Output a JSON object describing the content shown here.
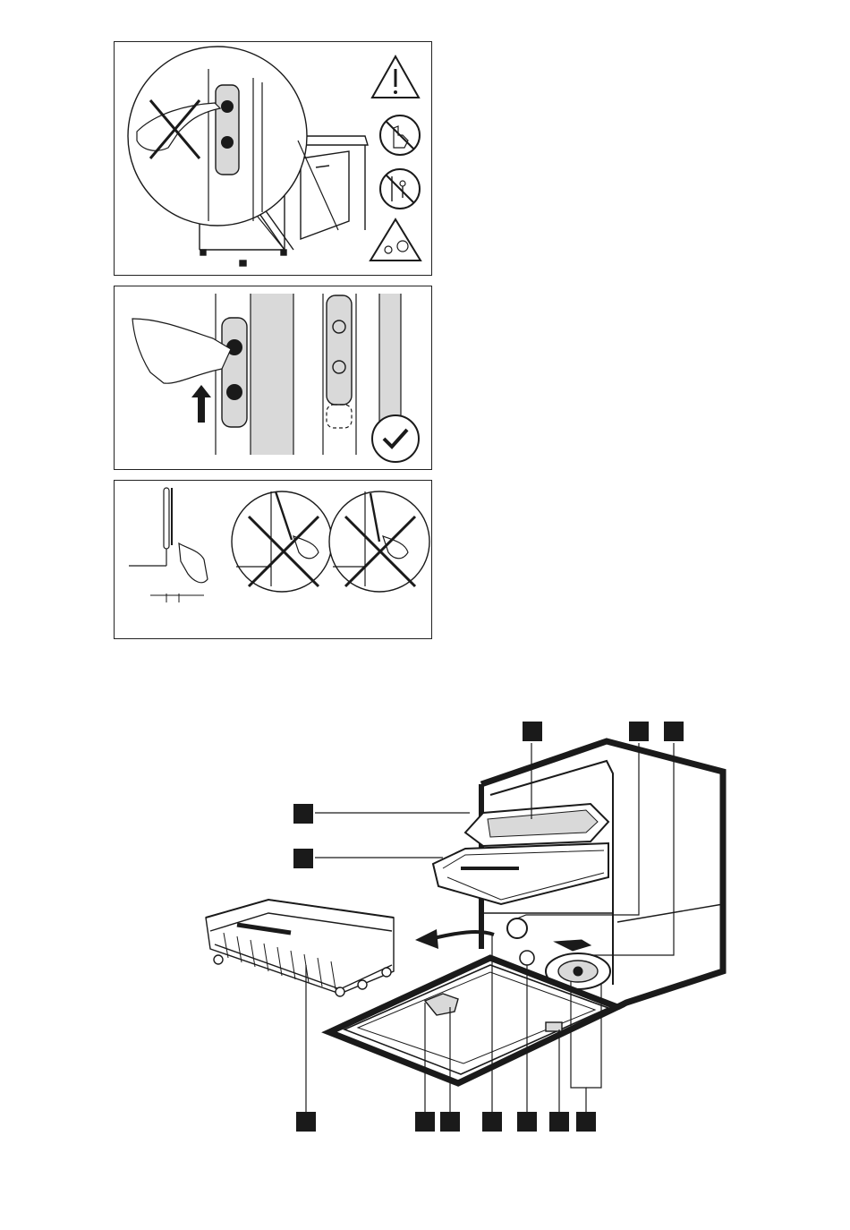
{
  "panels": [
    {
      "id": "warning-install",
      "icons": [
        "warning-triangle-icon",
        "no-touch-hand-icon",
        "no-child-climb-icon",
        "pinch-hazard-icon"
      ]
    },
    {
      "id": "hinge-adjust",
      "icons": [
        "up-arrow-icon",
        "checkmark-icon"
      ]
    },
    {
      "id": "door-gap",
      "icons": [
        "cross-icon",
        "cross-icon"
      ]
    }
  ],
  "diagram": {
    "callouts_top": [
      "",
      "",
      ""
    ],
    "callouts_left": [
      "",
      ""
    ],
    "callouts_bottom": [
      "",
      "",
      "",
      "",
      "",
      "",
      ""
    ]
  },
  "colors": {
    "stroke": "#1a1a1a",
    "shade": "#d9d9d9",
    "fill_dark": "#1a1a1a"
  }
}
